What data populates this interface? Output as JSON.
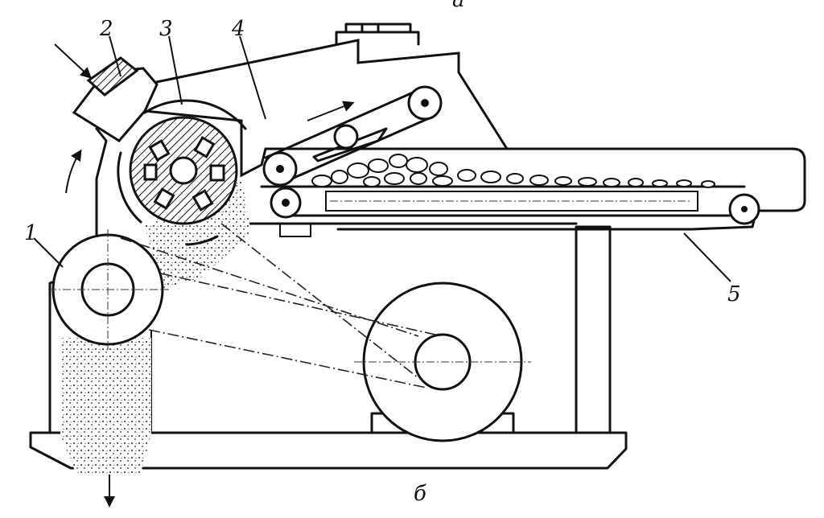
{
  "labels": {
    "l1": "1",
    "l2": "2",
    "l3": "3",
    "l4": "4",
    "l5": "5",
    "top_letter": "а",
    "bottom_letter": "б"
  }
}
